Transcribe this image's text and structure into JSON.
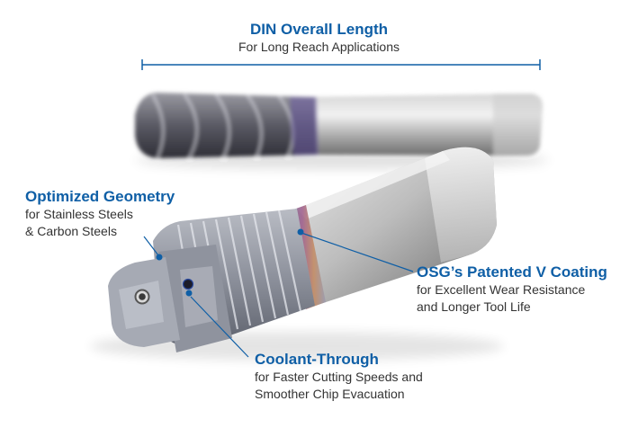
{
  "colors": {
    "accent": "#0f5fa6",
    "text": "#333333",
    "background": "#ffffff"
  },
  "callouts": {
    "din": {
      "title": "DIN Overall Length",
      "body": "For Long Reach Applications"
    },
    "geometry": {
      "title": "Optimized Geometry",
      "body_line1": "for Stainless Steels",
      "body_line2": "& Carbon Steels"
    },
    "coating": {
      "title": "OSG’s Patented V Coating",
      "body_line1": "for Excellent Wear Resistance",
      "body_line2": "and Longer Tool Life"
    },
    "coolant": {
      "title": "Coolant-Through",
      "body_line1": "for Faster Cutting Speeds and",
      "body_line2": "Smoother Chip Evacuation"
    }
  },
  "photo": {
    "subject": "two spiral-point taps, one in soft focus behind, silver with blue-violet coating band"
  }
}
